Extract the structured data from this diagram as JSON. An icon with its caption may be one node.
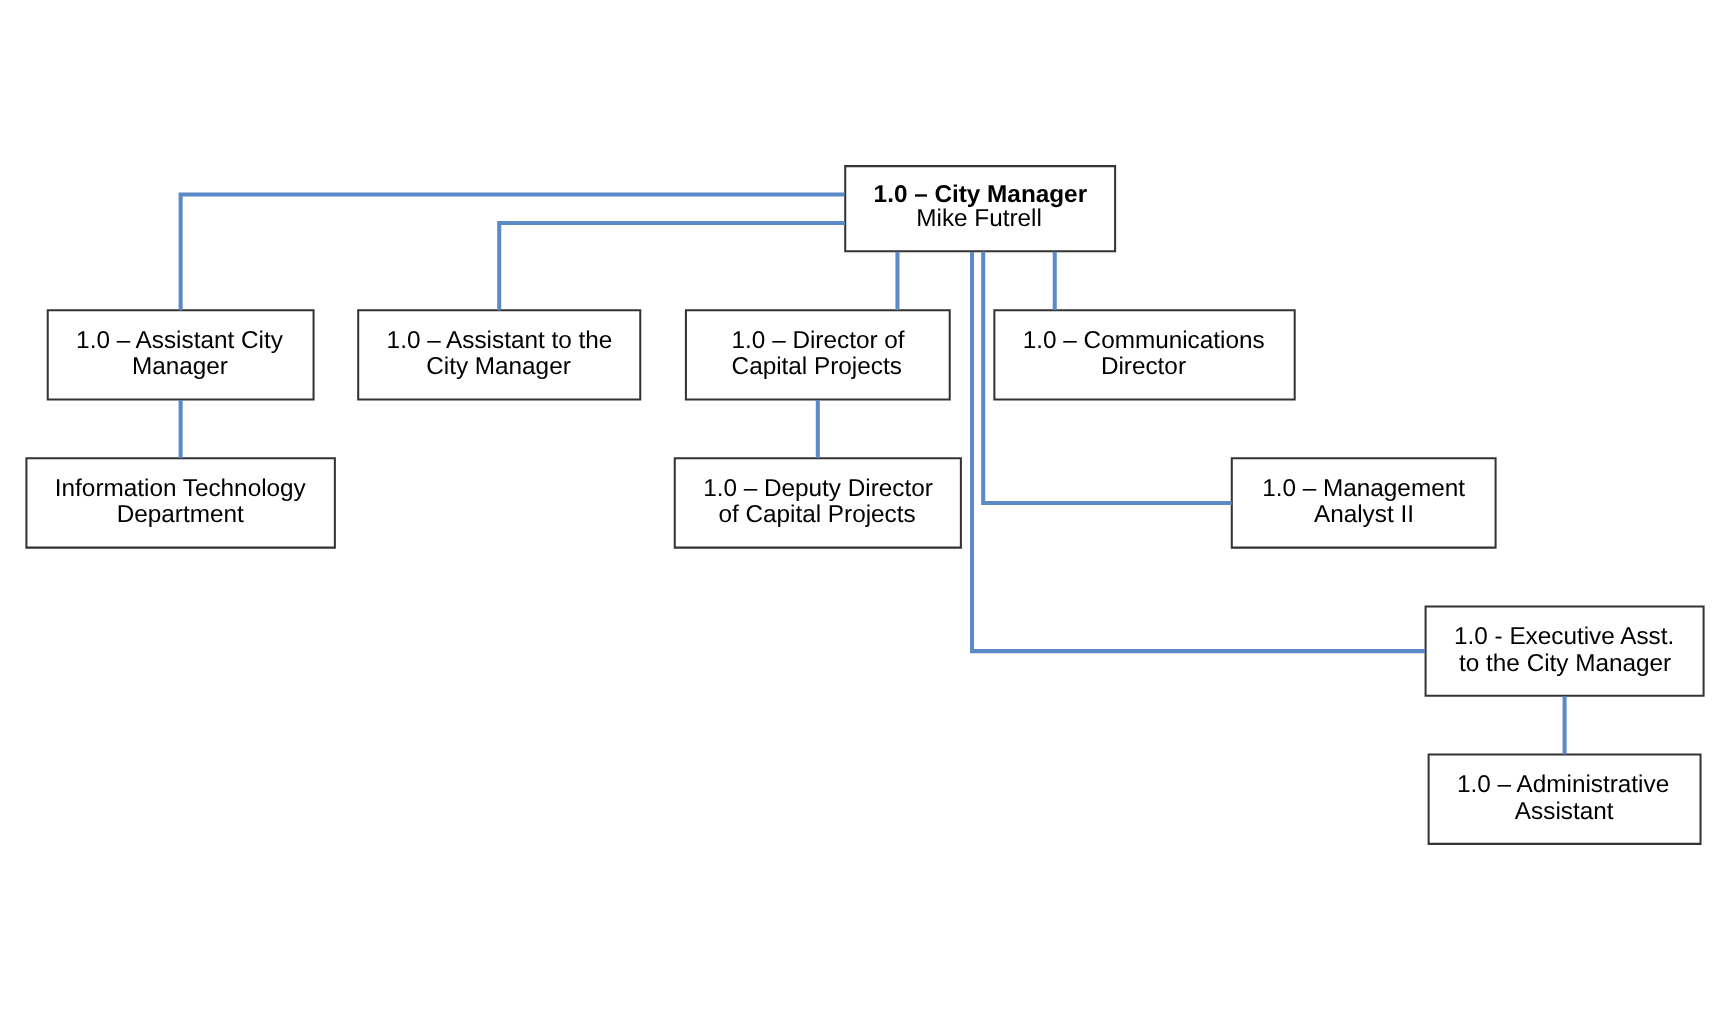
{
  "diagram": {
    "nodes": [
      {
        "text": [
          "1.0 – City Manager",
          "Mike Futrell"
        ]
      },
      {
        "text": [
          "1.0 – Assistant City Manager"
        ]
      },
      {
        "text": [
          "1.0 – Assistant to the City Manager"
        ]
      },
      {
        "text": [
          "1.0 – Director of Capital Projects"
        ]
      },
      {
        "text": [
          "1.0 – Communications Director"
        ]
      },
      {
        "text": [
          "Information Technology Department"
        ]
      },
      {
        "text": [
          "1.0 – Deputy Director of Capital Projects"
        ]
      },
      {
        "text": [
          "1.0 – Management Analyst II"
        ]
      },
      {
        "text": [
          "1.0 - Executive Asst. to the City Manager"
        ]
      },
      {
        "text": [
          "1.0 – Administrative Assistant"
        ]
      }
    ],
    "edges": [
      {
        "from": 0,
        "to": 1,
        "arrow": "none"
      },
      {
        "from": 0,
        "to": 2,
        "arrow": "none"
      },
      {
        "from": 0,
        "to": 3,
        "arrow": "none"
      },
      {
        "from": 0,
        "to": 4,
        "arrow": "none"
      },
      {
        "from": 0,
        "to": 7,
        "arrow": "none"
      },
      {
        "from": 0,
        "to": 8,
        "arrow": "none"
      },
      {
        "from": 1,
        "to": 5,
        "arrow": "none"
      },
      {
        "from": 3,
        "to": 6,
        "arrow": "none"
      },
      {
        "from": 8,
        "to": 9,
        "arrow": "none"
      }
    ]
  }
}
